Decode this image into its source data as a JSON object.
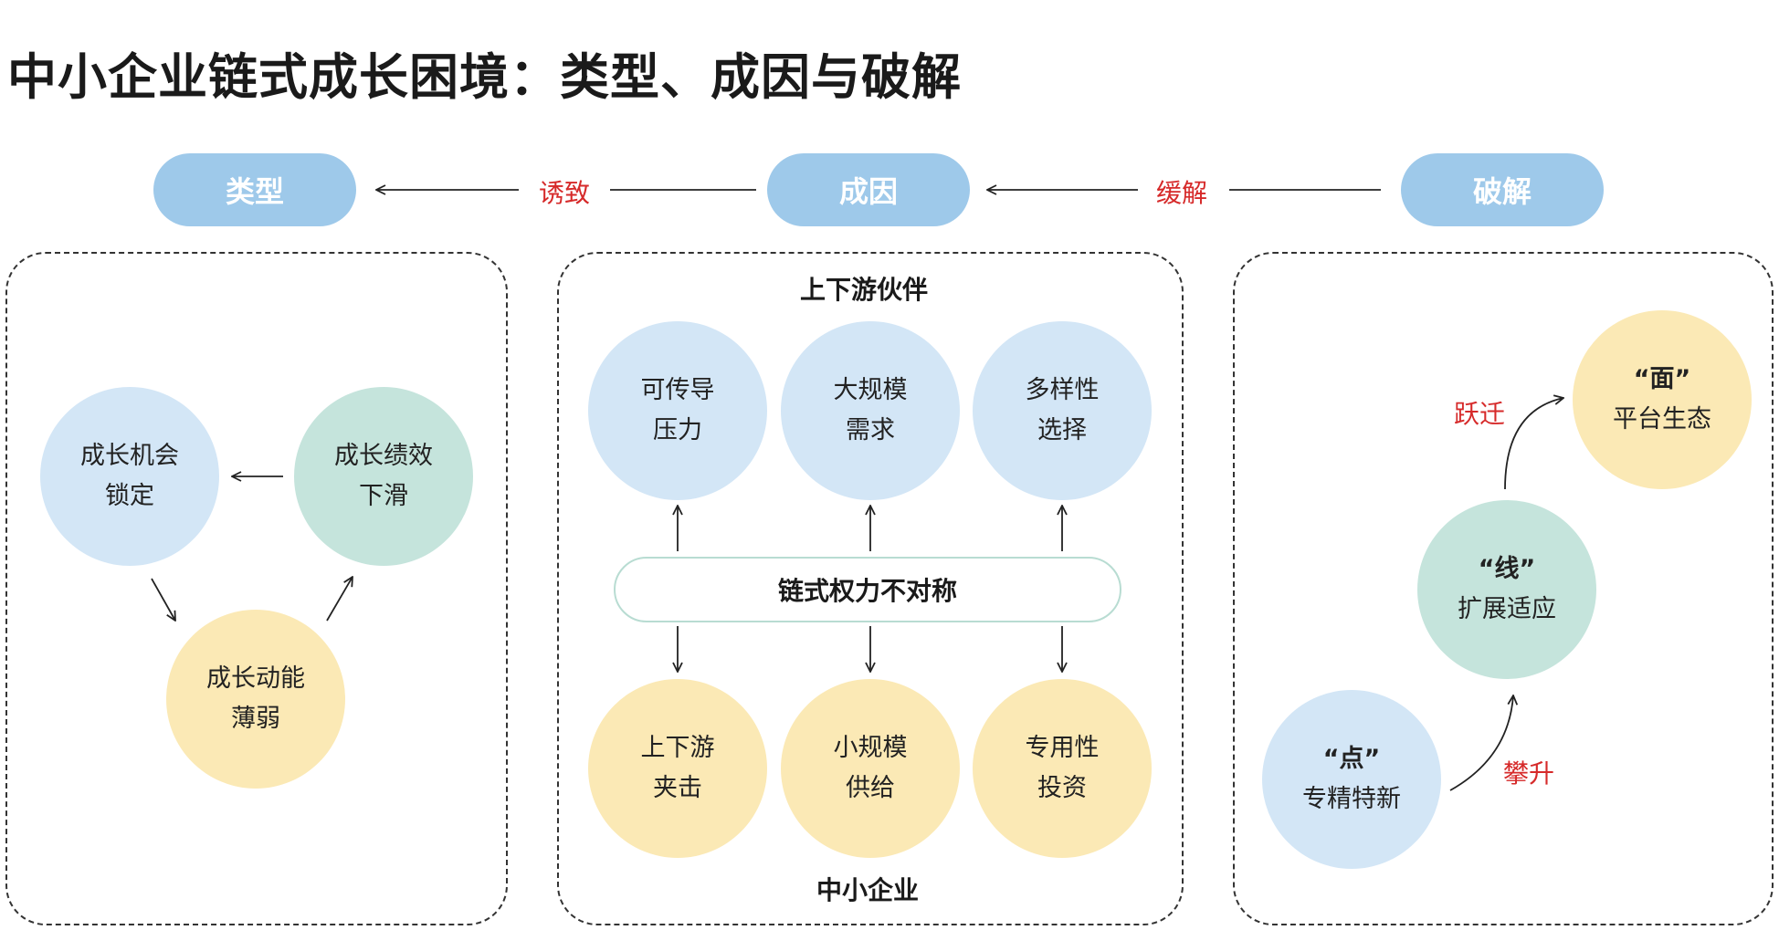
{
  "title": "中小企业链式成长困境：类型、成因与破解",
  "header": {
    "types": "类型",
    "causes": "成因",
    "solutions": "破解",
    "induce": "诱致",
    "relieve": "缓解"
  },
  "types_panel": {
    "locked": [
      "成长机会",
      "锁定"
    ],
    "decline": [
      "成长绩效",
      "下滑"
    ],
    "weak": [
      "成长动能",
      "薄弱"
    ]
  },
  "causes_panel": {
    "top_label": "上下游伙伴",
    "bottom_label": "中小企业",
    "center": "链式权力不对称",
    "top": [
      [
        "可传导",
        "压力"
      ],
      [
        "大规模",
        "需求"
      ],
      [
        "多样性",
        "选择"
      ]
    ],
    "bottom": [
      [
        "上下游",
        "夹击"
      ],
      [
        "小规模",
        "供给"
      ],
      [
        "专用性",
        "投资"
      ]
    ]
  },
  "solutions_panel": {
    "point": [
      "“点”",
      "专精特新"
    ],
    "line": [
      "“线”",
      "扩展适应"
    ],
    "plane": [
      "“面”",
      "平台生态"
    ],
    "climb": "攀升",
    "leap": "跃迁"
  }
}
